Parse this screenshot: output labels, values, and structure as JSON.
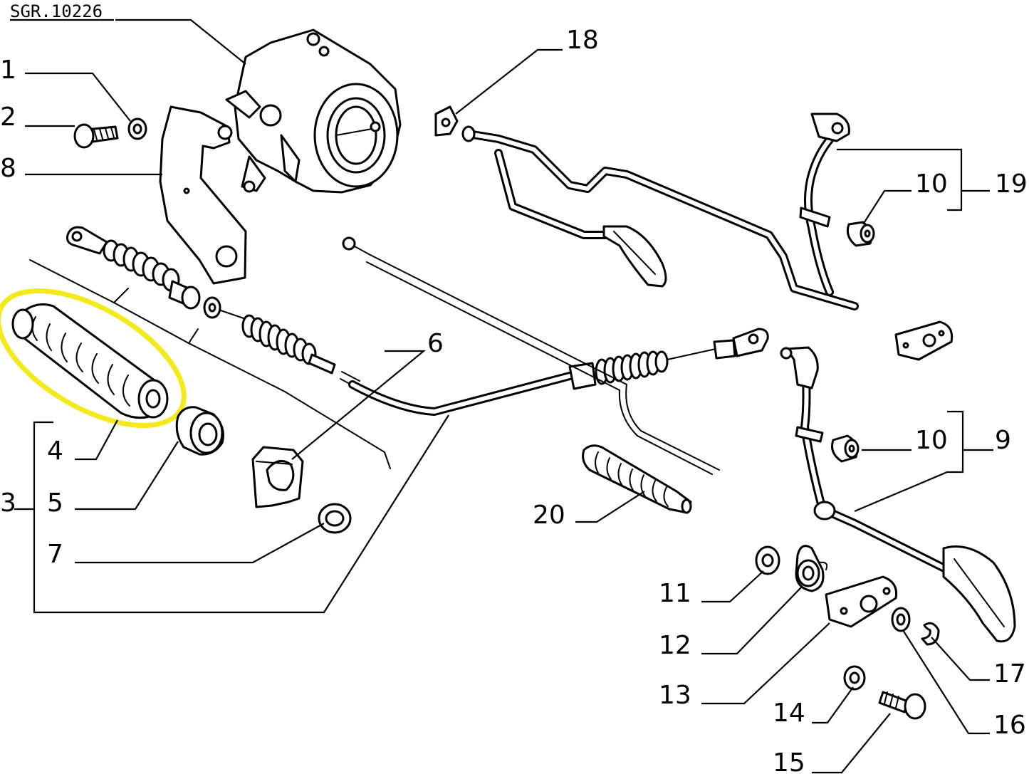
{
  "drawing": {
    "code": "SGR.10226",
    "highlight_color": "#f2ea1a"
  },
  "callouts": {
    "c1": "1",
    "c2": "2",
    "c3": "3",
    "c4": "4",
    "c5": "5",
    "c6": "6",
    "c7": "7",
    "c8": "8",
    "c9": "9",
    "c10a": "10",
    "c10b": "10",
    "c11": "11",
    "c12": "12",
    "c13": "13",
    "c14": "14",
    "c15": "15",
    "c16": "16",
    "c17": "17",
    "c18": "18",
    "c19": "19",
    "c20": "20"
  }
}
